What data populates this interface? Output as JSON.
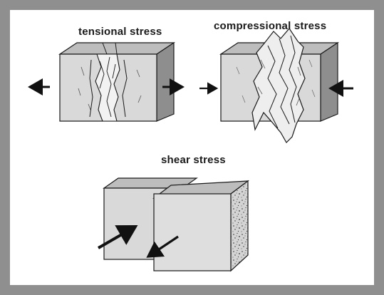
{
  "labels": {
    "tensional": "tensional stress",
    "compressional": "compressional stress",
    "shear": "shear stress"
  },
  "colors": {
    "border": "#8f8f8f",
    "background": "#ffffff",
    "face_front": "#d9d9d9",
    "face_top": "#bdbdbd",
    "face_side": "#8e8e8e",
    "outline": "#1a1a1a"
  }
}
